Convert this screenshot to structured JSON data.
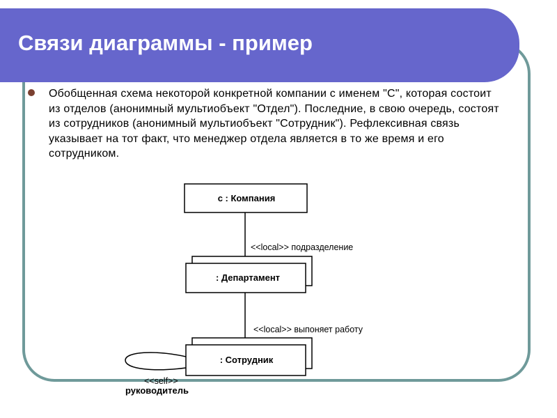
{
  "slide": {
    "title": "Связи диаграммы - пример",
    "bullet_icon": "bullet-dot-icon",
    "body": "Обобщенная схема некоторой конкретной компании с именем \"С\", которая состоит из отделов (анонимный мультиобъект \"Отдел\"). Последние, в свою очередь, состоят из сотрудников (анонимный мультиобъект \"Сотрудник\"). Рефлексивная связь указывает на тот факт, что менеджер отдела является в то же время и его сотрудником."
  },
  "diagram": {
    "company": "с : Компания",
    "department": ": Департамент",
    "employee": ": Сотрудник",
    "link1": "<<local>> подразделение",
    "link2": "<<local>> выпоняет работу",
    "self_stereotype": "<<self>>",
    "self_role": "руководитель"
  },
  "colors": {
    "header": "#6666cc",
    "frame": "#6f9a9a",
    "bullet": "#7a4030"
  }
}
